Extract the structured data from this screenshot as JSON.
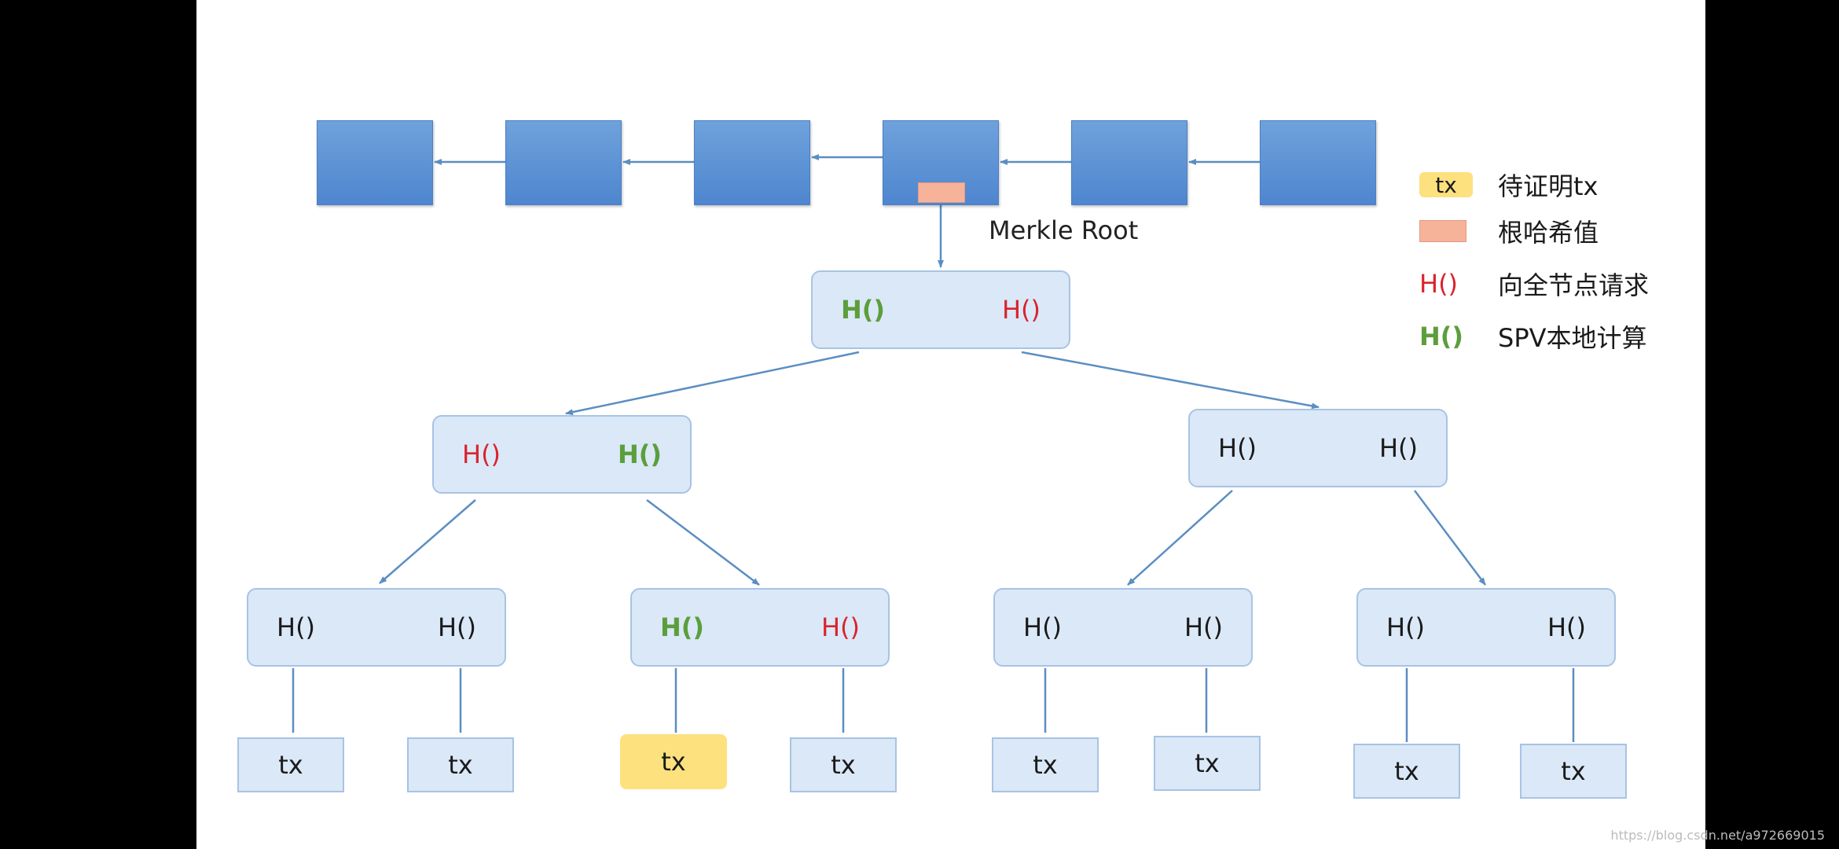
{
  "diagram": {
    "merkle_root_label": "Merkle Root",
    "root_node": {
      "left": "H()",
      "right": "H()"
    },
    "level2": [
      {
        "left": "H()",
        "right": "H()"
      },
      {
        "left": "H()",
        "right": "H()"
      }
    ],
    "level3": [
      {
        "left": "H()",
        "right": "H()"
      },
      {
        "left": "H()",
        "right": "H()"
      },
      {
        "left": "H()",
        "right": "H()"
      },
      {
        "left": "H()",
        "right": "H()"
      }
    ],
    "tx_label": "tx"
  },
  "legend": {
    "tx_symbol": "tx",
    "tx_text": "待证明tx",
    "root_text": "根哈希值",
    "request_symbol": "H()",
    "request_text": "向全节点请求",
    "local_symbol": "H()",
    "local_text": "SPV本地计算"
  },
  "colors": {
    "block": "#5b8fd6",
    "node_fill": "#dae8f7",
    "proof_tx": "#fde17e",
    "merkle_root_mark": "#f7b29a",
    "request_red": "#d9232d",
    "local_green": "#5c9e3c",
    "edge": "#5b8ec2"
  },
  "footer": {
    "watermark": "https://blog.csdn.net/a972669015",
    "speaker_icon": "speaker-icon"
  }
}
